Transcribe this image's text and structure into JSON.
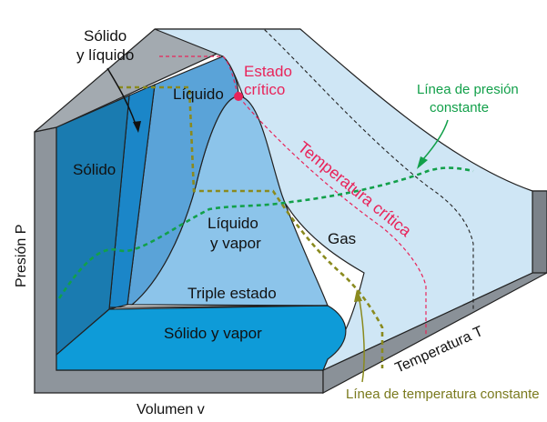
{
  "labels": {
    "solid_liquid": [
      "Sólido",
      "y líquido"
    ],
    "solid": "Sólido",
    "liquid": "Líquido",
    "critical_state": [
      "Estado",
      "crítico"
    ],
    "constant_pressure_line": [
      "Línea de presión",
      "constante"
    ],
    "critical_temperature": "Temperatura crítica",
    "liquid_vapor": [
      "Líquido",
      "y vapor"
    ],
    "gas": "Gas",
    "triple_state": "Triple estado",
    "solid_vapor": "Sólido y vapor",
    "pressure_axis": "Presión P",
    "volume_axis": "Volumen v",
    "temperature_axis": "Temperatura T",
    "constant_temperature_line": "Línea de temperatura constante"
  },
  "colors": {
    "block": "#8e959c",
    "block_dark": "#6b7279",
    "solid_region": "#1a7bb0",
    "solid_liquid_band": "#1b86c8",
    "liquid_region": "#5aa3d8",
    "liquid_vapor_region": "#8cc4ea",
    "gas_region": "#cfe6f5",
    "solid_vapor_region": "#0e9bd8",
    "critical": "#e8245a",
    "pressure_line": "#12a04a",
    "temperature_line": "#7a7a1e"
  }
}
